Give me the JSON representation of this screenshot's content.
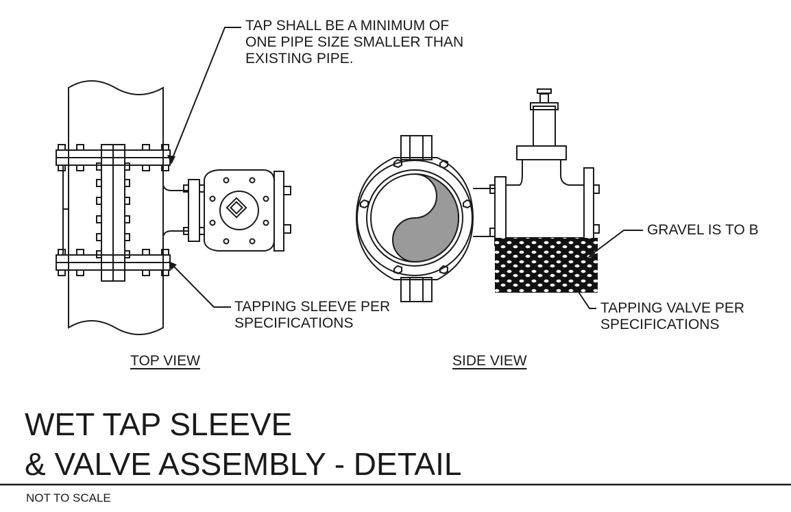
{
  "notes": {
    "tap": [
      "TAP SHALL BE A MINIMUM OF",
      "ONE PIPE SIZE SMALLER THAN",
      "EXISTING PIPE."
    ],
    "sleeve": [
      "TAPPING SLEEVE PER",
      "SPECIFICATIONS"
    ],
    "gravel": "GRAVEL IS TO B",
    "valve": [
      "TAPPING VALVE PER",
      "SPECIFICATIONS"
    ]
  },
  "views": {
    "top": "TOP VIEW",
    "side": "SIDE VIEW"
  },
  "title": [
    "WET TAP SLEEVE",
    "& VALVE ASSEMBLY - DETAIL"
  ],
  "scale_note": "NOT TO SCALE"
}
